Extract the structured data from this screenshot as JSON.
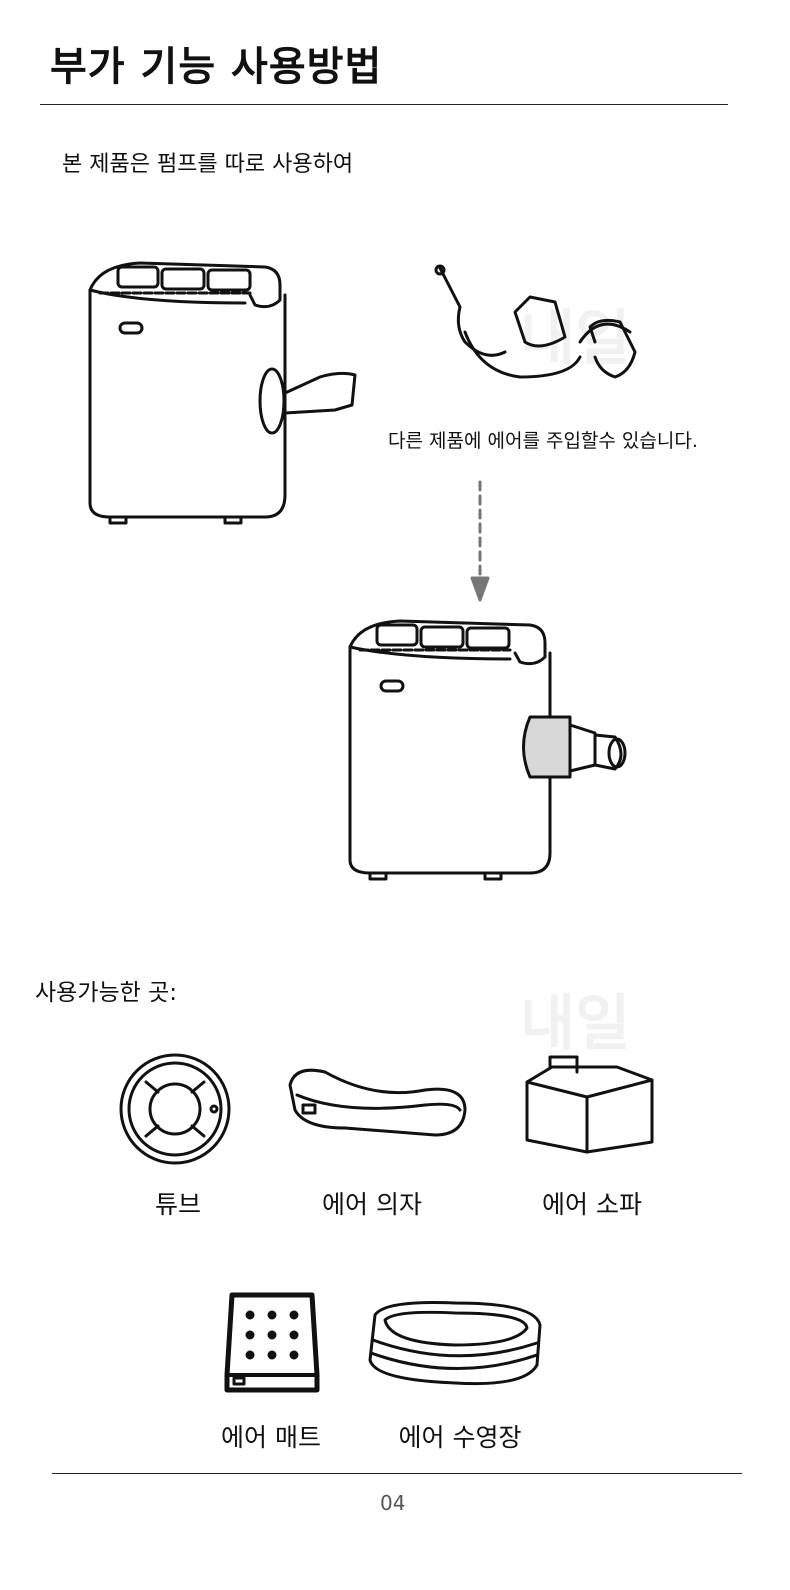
{
  "header": {
    "title": "부가 기능 사용방법"
  },
  "intro": "본 제품은 펌프를 따로 사용하여",
  "nozzle_caption": "다른 제품에 에어를 주입할수 있습니다.",
  "usable_label": "사용가능한 곳:",
  "items": [
    {
      "label": "튜브",
      "icon": "swim-ring-icon"
    },
    {
      "label": "에어 의자",
      "icon": "air-chair-icon"
    },
    {
      "label": "에어 소파",
      "icon": "air-sofa-icon"
    },
    {
      "label": "에어 매트",
      "icon": "air-mattress-icon"
    },
    {
      "label": "에어 수영장",
      "icon": "air-pool-icon"
    }
  ],
  "footer": {
    "page": "04"
  },
  "watermark": "내일"
}
